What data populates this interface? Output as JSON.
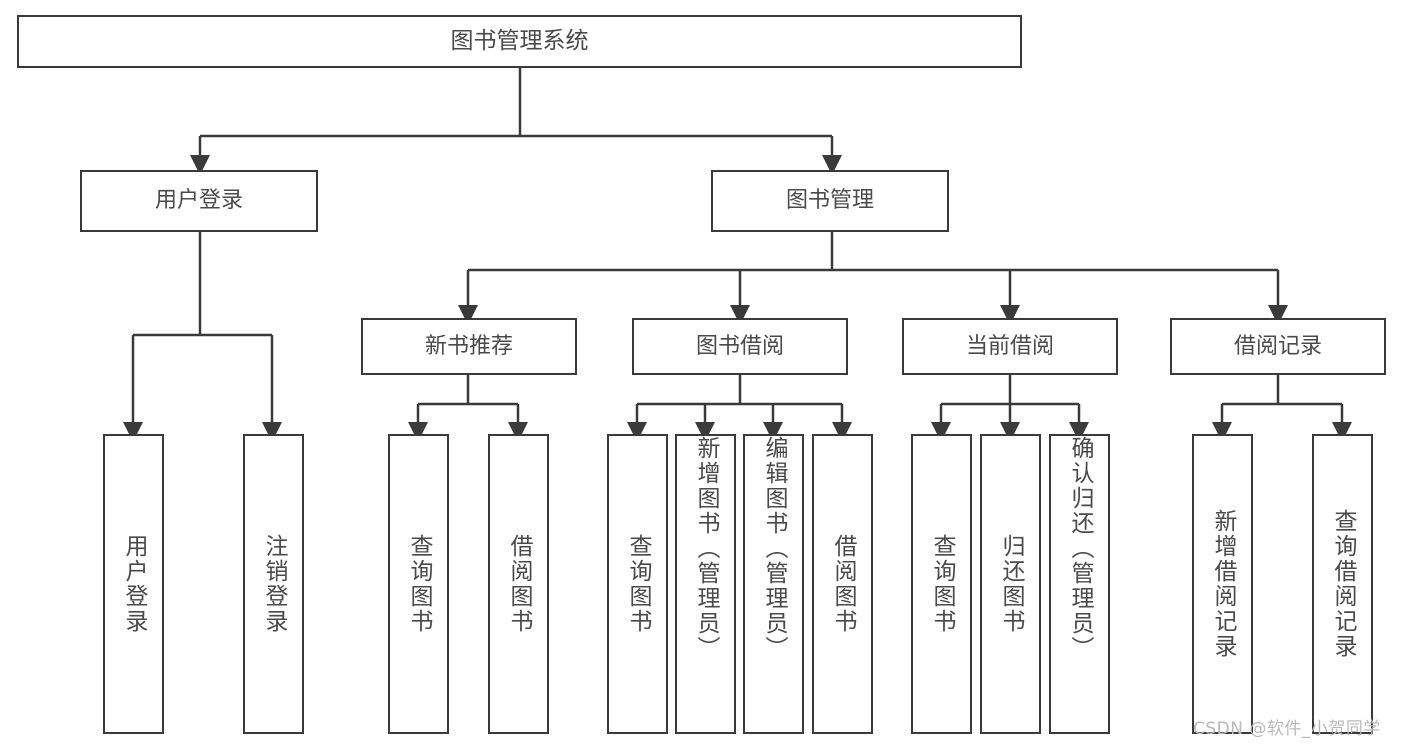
{
  "diagram": {
    "title": "图书管理系统",
    "type": "tree-hierarchy-chart",
    "root": {
      "label": "图书管理系统"
    },
    "level2": [
      {
        "label": "用户登录"
      },
      {
        "label": "图书管理"
      }
    ],
    "level3": [
      {
        "label": "新书推荐"
      },
      {
        "label": "图书借阅"
      },
      {
        "label": "当前借阅"
      },
      {
        "label": "借阅记录"
      }
    ],
    "leaves": {
      "user_login": [
        {
          "label": "用户登录"
        },
        {
          "label": "注销登录"
        }
      ],
      "new_book_recommend": [
        {
          "label": "查询图书"
        },
        {
          "label": "借阅图书"
        }
      ],
      "book_borrow": [
        {
          "label": "查询图书"
        },
        {
          "label": "新增图书（管理员）"
        },
        {
          "label": "编辑图书（管理员）"
        },
        {
          "label": "借阅图书"
        }
      ],
      "current_borrow": [
        {
          "label": "查询图书"
        },
        {
          "label": "归还图书"
        },
        {
          "label": "确认归还（管理员）"
        }
      ],
      "borrow_record": [
        {
          "label": "新增借阅记录"
        },
        {
          "label": "查询借阅记录"
        }
      ]
    }
  },
  "watermark": {
    "text": "CSDN @软件_小贺同学"
  },
  "colors": {
    "stroke": "#3a3a3a",
    "text": "#4a4a4a",
    "background": "#ffffff",
    "watermark": "#b9b9b9"
  }
}
